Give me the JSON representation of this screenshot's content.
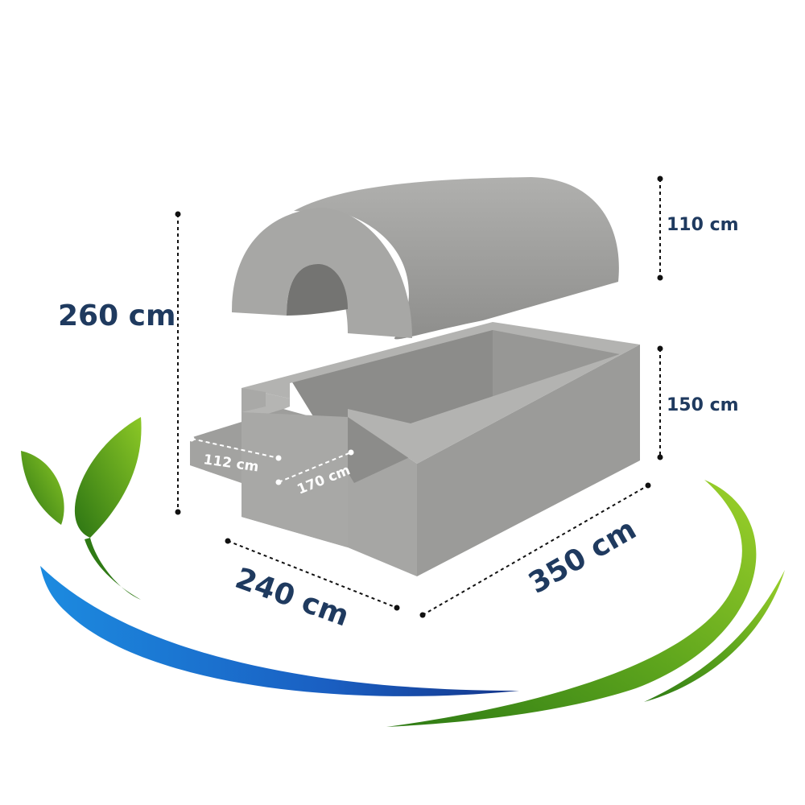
{
  "dimensions": {
    "total_height": "260 cm",
    "lid_height": "110 cm",
    "base_height": "150 cm",
    "width": "240 cm",
    "length": "350 cm",
    "inlet_width": "112 cm",
    "inlet_length": "170 cm"
  },
  "colors": {
    "concrete_light": "#a9a9a7",
    "concrete_mid": "#9a9a98",
    "concrete_dark": "#7c7c7a",
    "label": "#1f3a5f",
    "swoosh_blue": "#1f6fd0",
    "swoosh_green": "#6aaa1e"
  }
}
